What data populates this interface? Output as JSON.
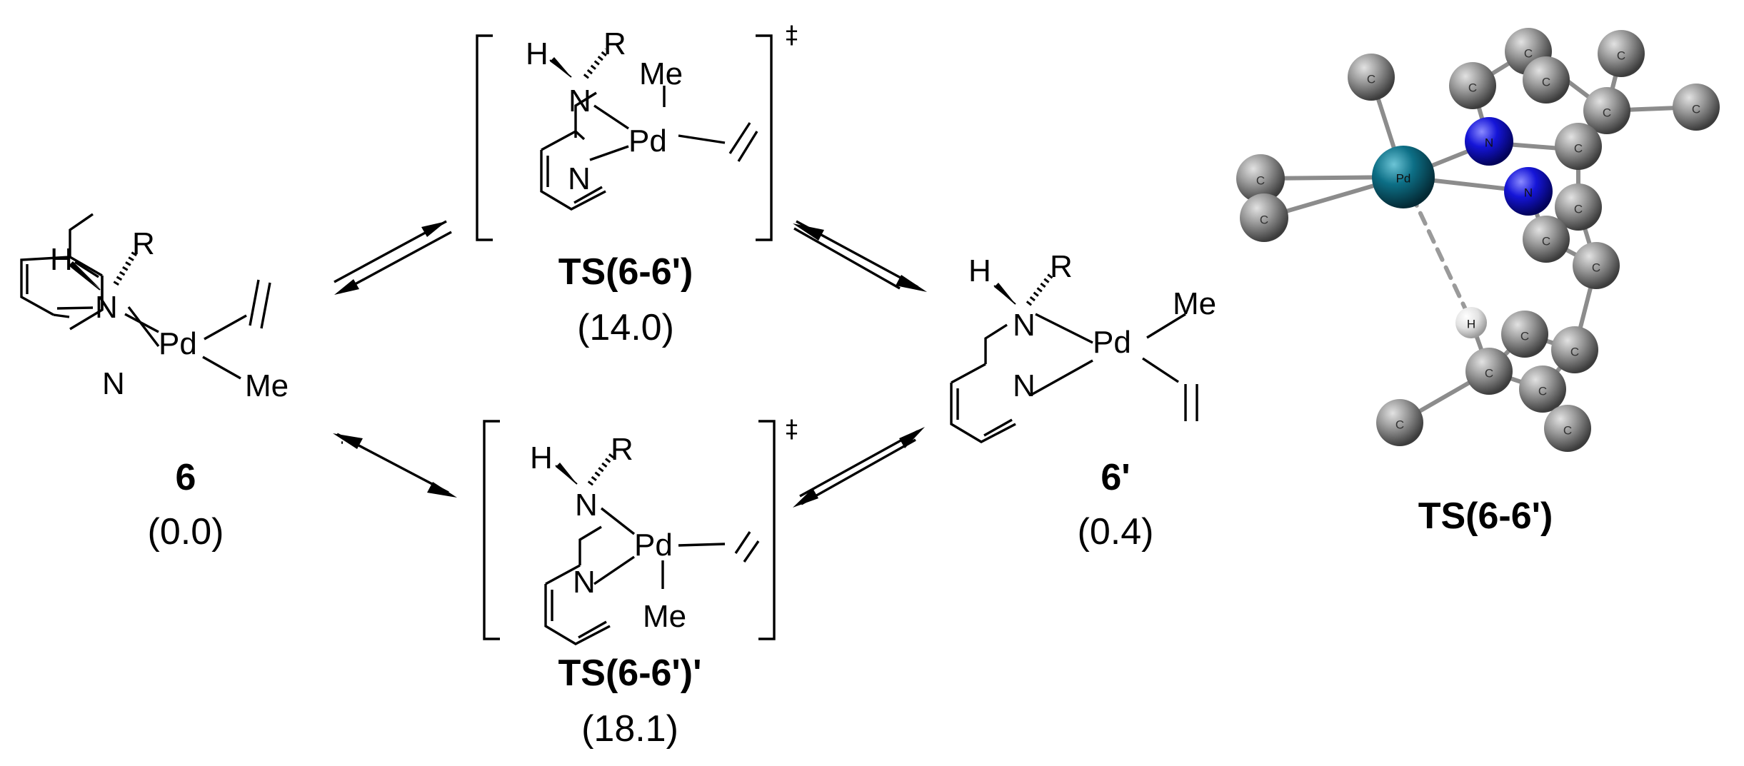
{
  "structures": {
    "s6": {
      "label": "6",
      "energy": "(0.0)"
    },
    "ts1": {
      "label": "TS(6-6')",
      "energy": "(14.0)",
      "marker": "‡"
    },
    "ts2": {
      "label": "TS(6-6')'",
      "energy": "(18.1)",
      "marker": "‡"
    },
    "s6p": {
      "label": "6'",
      "energy": "(0.4)"
    },
    "model3d": {
      "label": "TS(6-6')"
    }
  },
  "atoms": {
    "H": "H",
    "R": "R",
    "N": "N",
    "Pd": "Pd",
    "Me": "Me"
  },
  "model_atoms": {
    "carbon": "C",
    "nitrogen": "N",
    "palladium": "Pd",
    "hydrogen": "H"
  },
  "colors": {
    "carbon": "#7f7f7f",
    "nitrogen": "#0c0ccf",
    "palladium": "#0e6e85",
    "hydrogen": "#e6e6e6"
  }
}
